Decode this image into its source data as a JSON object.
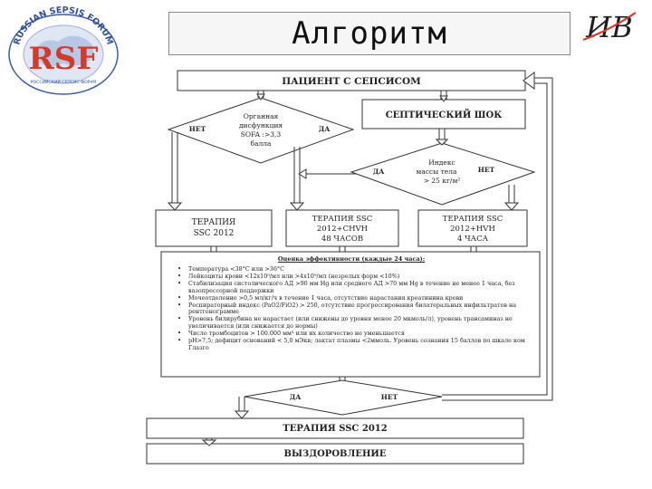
{
  "title": "Алгоритм",
  "logo_left": {
    "arc_text": "RUSSIAN SEPSIS FORUM",
    "monogram": "RSF",
    "subtitle": "РОССИЙСКИЙ СЕПСИС ФОРУМ"
  },
  "logo_right": {
    "text": "ИВ"
  },
  "nodes": {
    "patient": "ПАЦИЕНТ С СЕПСИСОМ",
    "septic_shock": "СЕПТИЧЕСКИЙ ШОК",
    "organ_dysfunction": [
      "Органная",
      "дисфункция",
      "SOFA :>3,3",
      "балла"
    ],
    "no_left": "НЕТ",
    "yes_left": "ДА",
    "bmi": [
      "Индекс",
      "массы тела",
      "> 25 кг/м²"
    ],
    "yes_bmi": "ДА",
    "no_bmi": "НЕТ",
    "therapy_ssc": [
      "ТЕРАПИЯ",
      "SSC 2012"
    ],
    "therapy_cvvh": [
      "ТЕРАПИЯ SSC",
      "2012+CHVH",
      "48 ЧАСОВ"
    ],
    "therapy_hvvh": [
      "ТЕРАПИЯ SSC",
      "2012+HVH",
      "4 ЧАСА"
    ],
    "efficacy_title": "Оценка эффективности (каждые 24 часа):",
    "criteria": [
      "Температура <38°С или >36°С",
      "Лейкоциты крови <12х10⁹/мл или >4х10⁹/мл (незрелых форм <10%)",
      "Стабилизация систолического АД >90 мм Hg или среднего АД >70 мм Hg в течение не менее 1 часа, без вазопрессорной поддержки",
      "Мочеотделение >0,5 мл/кг/ч в течение 1 часа, отсутствие нарастания креатинина крови",
      "Респираторный индекс (PaO2/FiO2) > 250, отсутствие прогрессирования билатеральных инфильтратов на рентгенограмме",
      "Уровень билирубина не нарастает (или снижены до уровня менее 20 мкмоль/л), уровень трансаминаз не увеличивается (или снижается до нормы)",
      "Число тромбоцитов > 100.000 мм³ или их количество не уменьшается",
      "pH>7,5; дефицит оснований < 5,0 мЭкв; лактат плазмы <2ммоль. Уровень сознания 15 баллов по шкале ком Глазго"
    ],
    "yes_bottom": "ДА",
    "no_bottom": "НЕТ",
    "therapy_final": "ТЕРАПИЯ SSC 2012",
    "recovery": "ВЫЗДОРОВЛЕНИЕ"
  }
}
